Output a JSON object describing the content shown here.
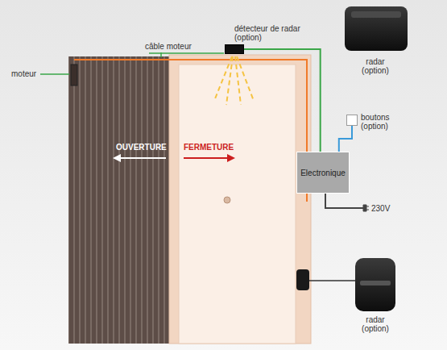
{
  "diagram": {
    "nodes": [
      {
        "text": [
          "détecteur de radar (option)"
        ]
      },
      {
        "text": [
          "boutons (option)"
        ]
      },
      {
        "text": [
          "Electronique"
        ]
      }
    ],
    "edges": [
      {
        "from": 0,
        "to": 2,
        "arrow": "none"
      },
      {
        "from": 1,
        "to": 2,
        "arrow": "none"
      }
    ],
    "labels": [
      "moteur",
      "câble moteur",
      "OUVERTURE",
      "FERMETURE",
      "radar (option)",
      "230V",
      "radar (option)"
    ]
  }
}
